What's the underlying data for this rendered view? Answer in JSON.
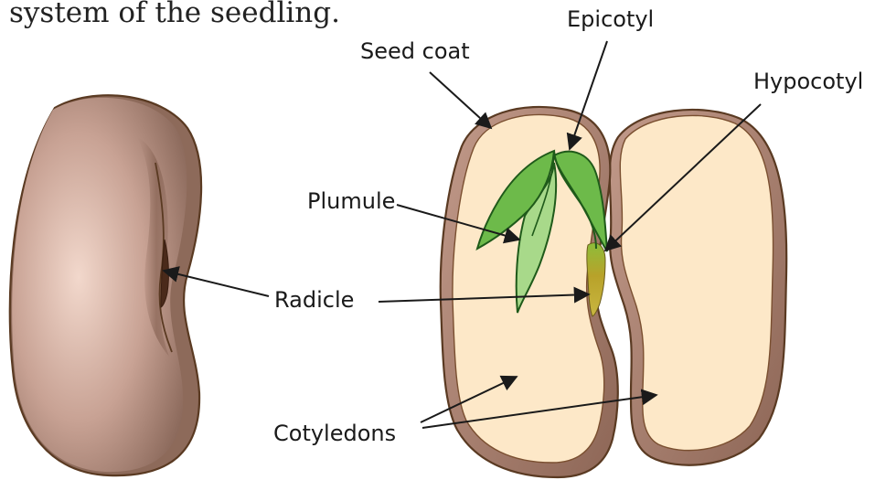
{
  "intro_text": "system of the seedling.",
  "labels": {
    "seed_coat": "Seed coat",
    "epicotyl": "Epicotyl",
    "hypocotyl": "Hypocotyl",
    "plumule": "Plumule",
    "radicle": "Radicle",
    "cotyledons": "Cotyledons"
  },
  "colors": {
    "seed_coat_brown": "#9a6f5e",
    "seed_coat_outline": "#5a3a22",
    "cotyledon_cream": "#fde8c8",
    "leaf_green": "#6dba4a",
    "leaf_light": "#a8d98a",
    "leaf_outline": "#1f5a1a",
    "hypocotyl_yellow": "#b9a62a"
  }
}
